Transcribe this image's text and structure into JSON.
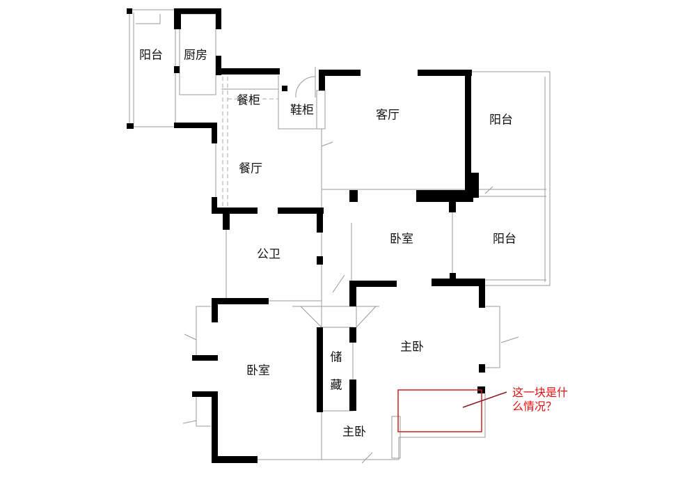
{
  "rooms": {
    "balcony_nw": "阳台",
    "kitchen": "厨房",
    "sideboard": "餐柜",
    "shoe_cabinet": "鞋柜",
    "living_room": "客厅",
    "balcony_ne": "阳台",
    "dining_room": "餐厅",
    "bedroom_center": "卧室",
    "balcony_e": "阳台",
    "public_bath": "公卫",
    "master_bedroom": "主卧",
    "storage_1": "储",
    "storage_2": "藏",
    "bedroom_sw": "卧室",
    "master_bedroom_2": "主卧"
  },
  "annotation": {
    "line1": "这一块是什",
    "line2": "么情况？",
    "color": "#e01010"
  }
}
